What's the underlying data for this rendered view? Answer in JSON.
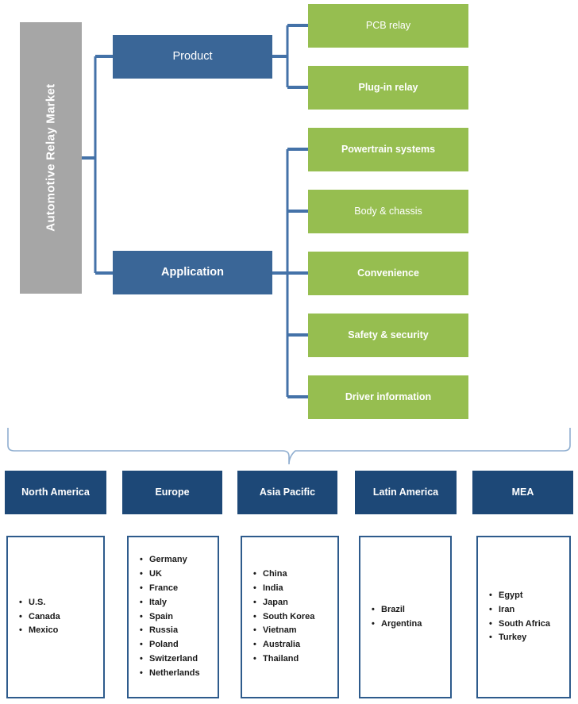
{
  "diagram": {
    "root": {
      "label": "Automotive Relay Market"
    },
    "categories": [
      {
        "label": "Product"
      },
      {
        "label": "Application"
      }
    ],
    "leaves": [
      {
        "label": "PCB relay"
      },
      {
        "label": "Plug-in relay"
      },
      {
        "label": "Powertrain systems"
      },
      {
        "label": "Body & chassis"
      },
      {
        "label": "Convenience"
      },
      {
        "label": "Safety & security"
      },
      {
        "label": "Driver information"
      }
    ],
    "regions": [
      {
        "name": "North America",
        "countries": [
          "U.S.",
          "Canada",
          "Mexico"
        ]
      },
      {
        "name": "Europe",
        "countries": [
          "Germany",
          "UK",
          "France",
          "Italy",
          "Spain",
          "Russia",
          "Poland",
          "Switzerland",
          "Netherlands"
        ]
      },
      {
        "name": "Asia Pacific",
        "countries": [
          "China",
          "India",
          "Japan",
          "South Korea",
          "Vietnam",
          "Australia",
          "Thailand"
        ]
      },
      {
        "name": "Latin America",
        "countries": [
          "Brazil",
          "Argentina"
        ]
      },
      {
        "name": "MEA",
        "countries": [
          "Egypt",
          "Iran",
          "South Africa",
          "Turkey"
        ]
      }
    ],
    "colors": {
      "root": "#a6a6a6",
      "category": "#3a6697",
      "leaf": "#96be50",
      "region_header": "#1d4877",
      "region_border": "#2e5b8c",
      "connector": "#4472a8",
      "bracket": "#8faed0"
    }
  }
}
